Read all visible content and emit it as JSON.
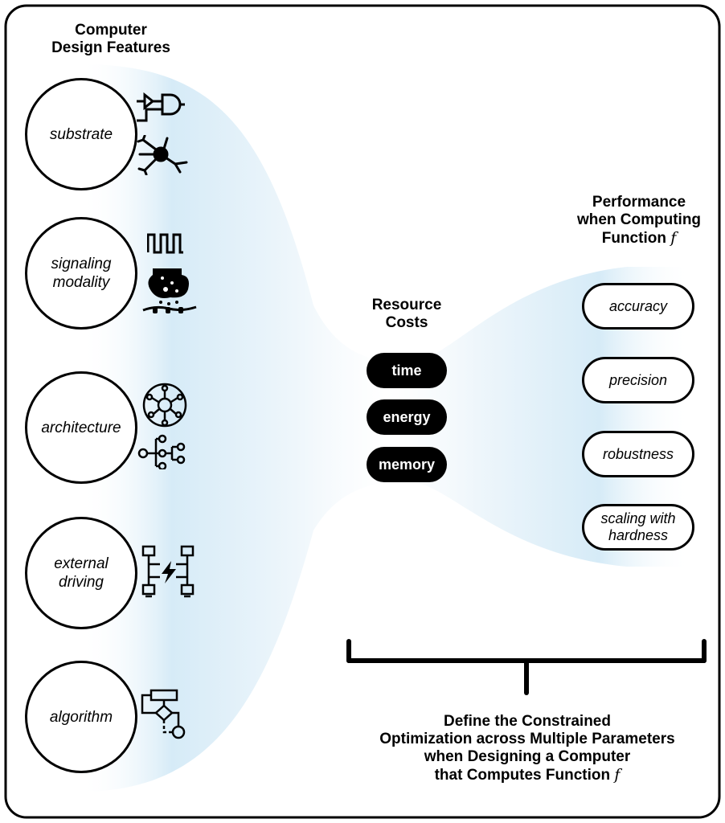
{
  "left_heading": {
    "line1": "Computer",
    "line2": "Design Features"
  },
  "design_features": [
    {
      "label": "substrate",
      "icons": [
        "logic-gate-icon",
        "neuron-icon"
      ]
    },
    {
      "label": "signaling\nmodality",
      "icons": [
        "square-wave-icon",
        "synapse-vesicle-icon"
      ]
    },
    {
      "label": "architecture",
      "icons": [
        "circular-network-icon",
        "tree-network-icon"
      ]
    },
    {
      "label": "external\ndriving",
      "icons": [
        "computer-network-power-icon"
      ]
    },
    {
      "label": "algorithm",
      "icons": [
        "flowchart-icon"
      ]
    }
  ],
  "center_heading": {
    "line1": "Resource",
    "line2": "Costs"
  },
  "resource_costs": [
    "time",
    "energy",
    "memory"
  ],
  "right_heading": {
    "line1": "Performance",
    "line2": "when Computing",
    "line3": "Function",
    "func": "f"
  },
  "performance_metrics": [
    "accuracy",
    "precision",
    "robustness",
    "scaling with\nhardness"
  ],
  "bottom_text": {
    "line1": "Define the Constrained",
    "line2": "Optimization across Multiple Parameters",
    "line3": "when Designing a Computer",
    "line4": "that Computes Function",
    "func": "f"
  },
  "colors": {
    "funnel": "#d6ebf7",
    "ink": "#000000",
    "background": "#ffffff"
  }
}
